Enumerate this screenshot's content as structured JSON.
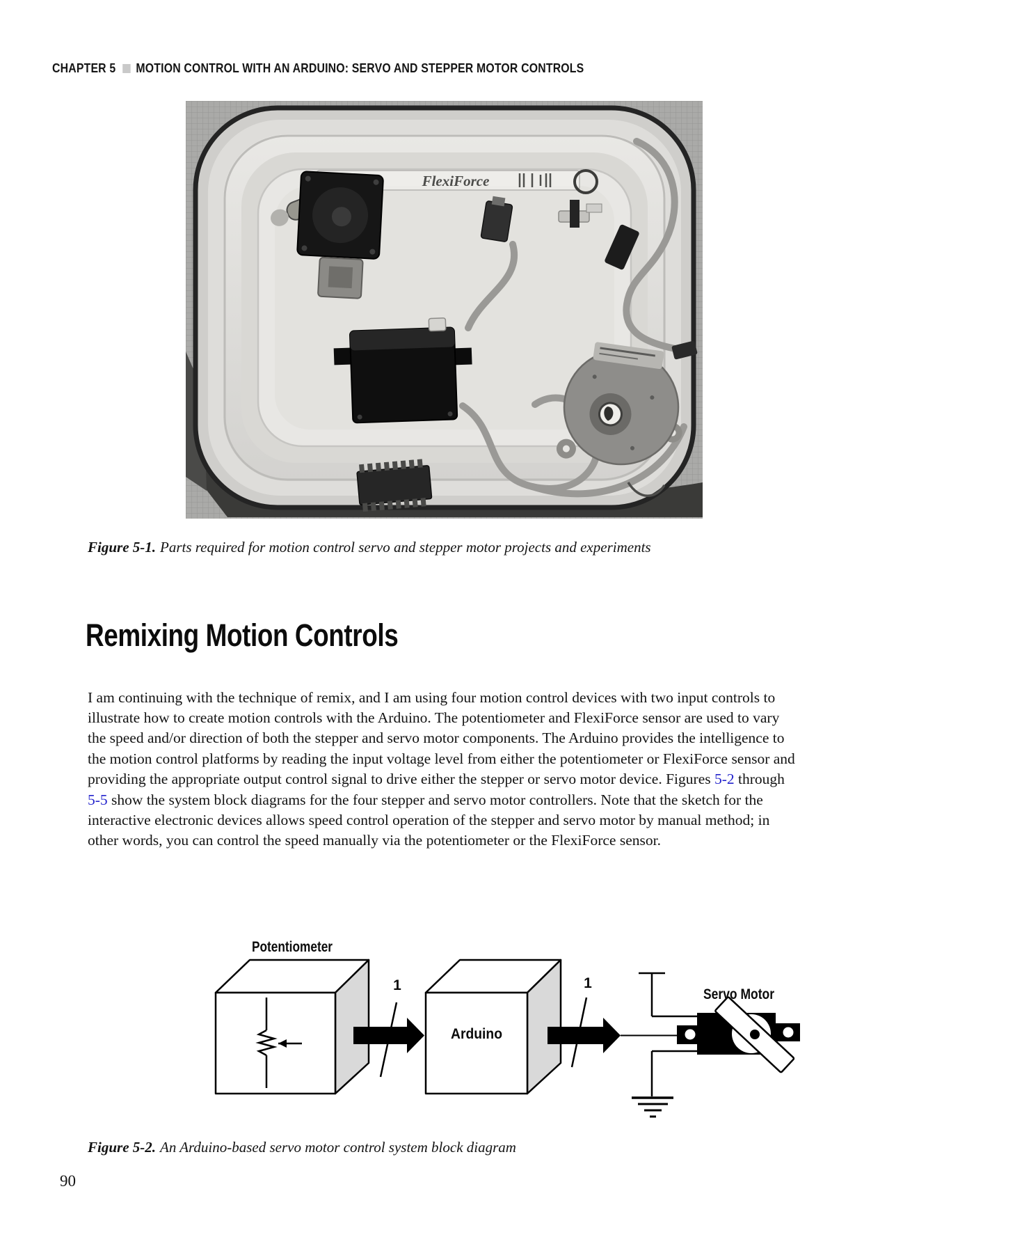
{
  "header": {
    "chapter": "CHAPTER 5",
    "title": "MOTION CONTROL WITH AN ARDUINO: SERVO AND STEPPER MOTOR CONTROLS"
  },
  "page_number": "90",
  "figure1": {
    "caption_label": "Figure 5-1.",
    "caption_text": "Parts required for motion control servo and stepper motor projects and experiments",
    "photo_labels": {
      "flexiforce": "FlexiForce"
    }
  },
  "section": {
    "heading": "Remixing Motion Controls",
    "paragraph": [
      {
        "text": "I am continuing with the technique of remix, and I am using four motion control devices with two input controls to illustrate how to create motion controls with the Arduino. The potentiometer and FlexiForce sensor are used to vary the speed and/or direction of both the stepper and servo motor components. The Arduino provides the intelligence to the motion control platforms by reading the input voltage level from either the potentiometer or FlexiForce sensor and providing the appropriate output control signal to drive either the stepper or servo motor device. Figures ",
        "link": false
      },
      {
        "text": "5-2",
        "link": true
      },
      {
        "text": " through ",
        "link": false
      },
      {
        "text": "5-5",
        "link": true
      },
      {
        "text": " show the system block diagrams for the four stepper and servo motor controllers. Note that the sketch for the interactive electronic devices allows speed control operation of the stepper and servo motor by manual method; in other words, you can control the speed manually via the potentiometer or the FlexiForce sensor.",
        "link": false
      }
    ]
  },
  "figure2": {
    "caption_label": "Figure 5-2.",
    "caption_text": "An Arduino-based servo motor control system block diagram",
    "diagram": {
      "potentiometer_label": "Potentiometer",
      "arduino_label": "Arduino",
      "servo_label": "Servo Motor",
      "wire_count_left": "1",
      "wire_count_right": "1"
    }
  },
  "colors": {
    "link_blue": "#2222cc",
    "header_square_gray": "#c9c9c9",
    "box_side_gray": "#d9d9d9"
  }
}
